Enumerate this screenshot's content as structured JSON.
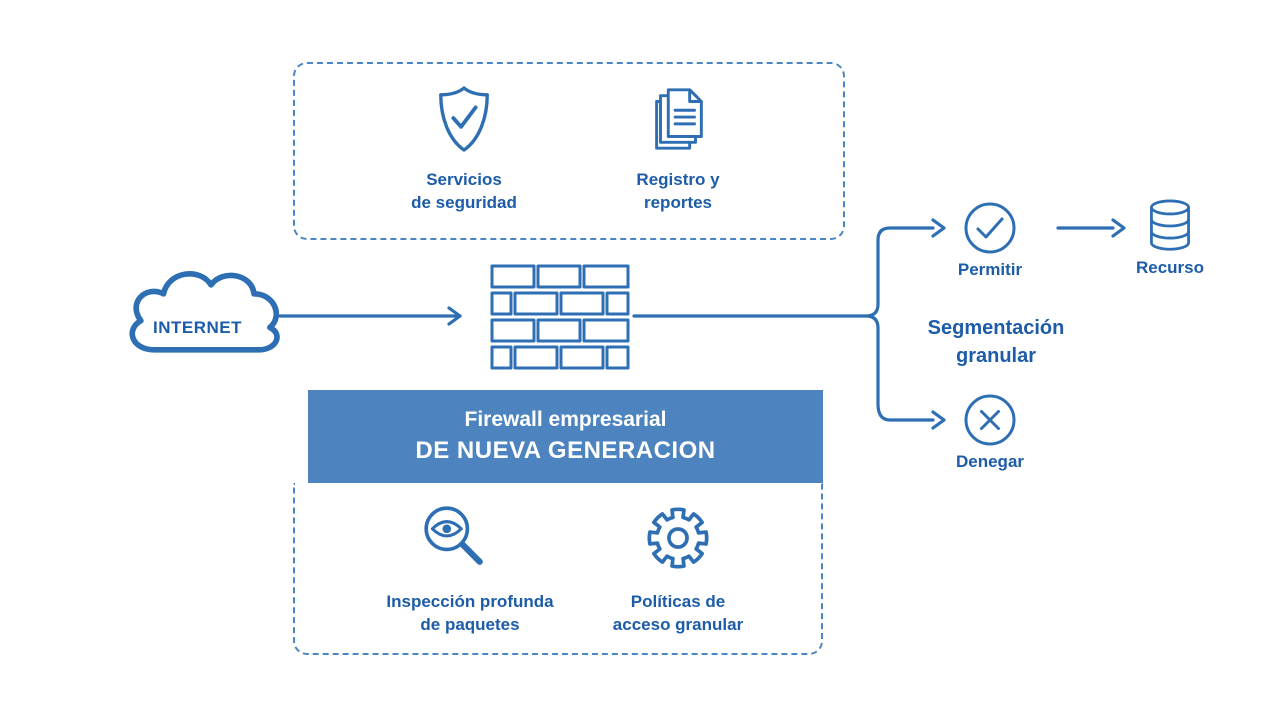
{
  "colors": {
    "line_blue": "#2e6fb4",
    "text_blue": "#1d5ca8",
    "banner_bg": "#4d84c0",
    "banner_text": "#ffffff",
    "dashed_border": "#4a86c5"
  },
  "internet": {
    "label": "INTERNET"
  },
  "services_panel": {
    "security": {
      "icon": "shield-check-icon",
      "label": "Servicios\nde seguridad"
    },
    "reports": {
      "icon": "report-pages-icon",
      "label": "Registro y\nreportes"
    }
  },
  "firewall": {
    "icon": "brick-wall-icon"
  },
  "banner": {
    "line1": "Firewall empresarial",
    "line2": "DE NUEVA GENERACION"
  },
  "features_panel": {
    "inspection": {
      "icon": "magnifier-eye-icon",
      "label": "Inspección profunda\nde paquetes"
    },
    "policies": {
      "icon": "gear-icon",
      "label": "Políticas de\nacceso granular"
    }
  },
  "decision": {
    "permit_label": "Permitir",
    "deny_label": "Denegar",
    "segmentation_label": "Segmentación\ngranular",
    "resource_label": "Recurso"
  }
}
